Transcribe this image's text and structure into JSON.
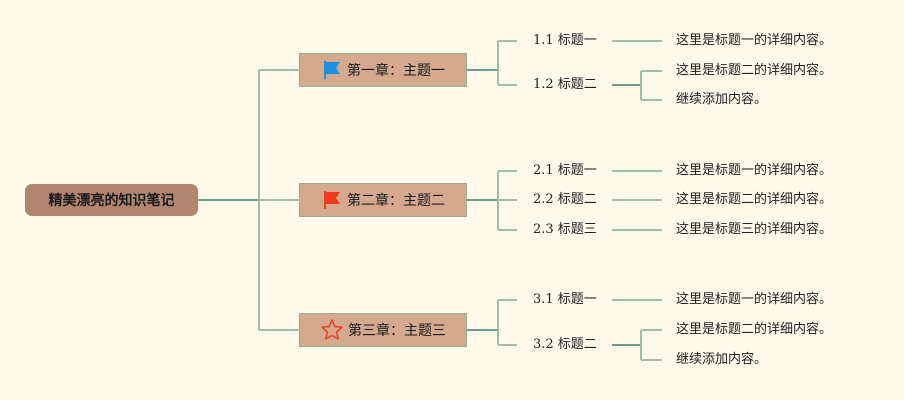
{
  "colors": {
    "background": "#fef9e8",
    "root_fill": "#b08670",
    "chapter_fill": "#d4a98e",
    "line": "#9cbfa8",
    "line_dark": "#6f9c8a",
    "flag_blue": "#1e8fe0",
    "flag_red": "#f03a20",
    "star_red": "#e8452c"
  },
  "root": {
    "label": "精美漂亮的知识笔记"
  },
  "chapters": [
    {
      "label": "第一章：主题一",
      "icon": "blue-flag-icon",
      "subtopics": [
        {
          "label": "1.1 标题一",
          "details": [
            "这里是标题一的详细内容。"
          ]
        },
        {
          "label": "1.2 标题二",
          "details": [
            "这里是标题二的详细内容。",
            "继续添加内容。"
          ]
        }
      ]
    },
    {
      "label": "第二章：主题二",
      "icon": "red-flag-icon",
      "subtopics": [
        {
          "label": "2.1 标题一",
          "details": [
            "这里是标题一的详细内容。"
          ]
        },
        {
          "label": "2.2 标题二",
          "details": [
            "这里是标题二的详细内容。"
          ]
        },
        {
          "label": "2.3 标题三",
          "details": [
            "这里是标题三的详细内容。"
          ]
        }
      ]
    },
    {
      "label": "第三章：主题三",
      "icon": "star-icon",
      "subtopics": [
        {
          "label": "3.1 标题一",
          "details": [
            "这里是标题一的详细内容。"
          ]
        },
        {
          "label": "3.2 标题二",
          "details": [
            "这里是标题二的详细内容。",
            "继续添加内容。"
          ]
        }
      ]
    }
  ]
}
